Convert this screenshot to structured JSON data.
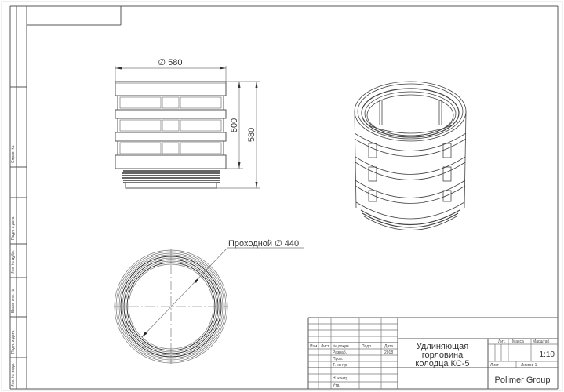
{
  "drawing": {
    "side_margin_labels": [
      "Справ. №",
      "Подп. и дата",
      "Инв. № дубл.",
      "Взам. инв. №",
      "Подп. и дата",
      "Инв. № подл."
    ],
    "front_view": {
      "diameter_label": "∅ 580",
      "height_inner_label": "500",
      "height_total_label": "580"
    },
    "top_view": {
      "callout_label": "Проходной ∅ 440"
    }
  },
  "title_block": {
    "headers": {
      "izm": "Изм.",
      "list": "Лист",
      "doc_no": "№ докум.",
      "sign": "Подп.",
      "date": "Дата"
    },
    "rows": {
      "developer": "Разраб.",
      "developer_date": "2018",
      "checked": "Пров.",
      "tech_control": "Т. контр.",
      "norm_control": "Н. контр.",
      "approved": "Утв."
    },
    "title_lines": [
      "Удлиняющая",
      "горловина",
      "колодца КС-5"
    ],
    "lit_label": "Лит.",
    "mass_label": "Масса",
    "scale_label": "Масштаб",
    "scale_value": "1:10",
    "sheet_label": "Лист",
    "sheets_label": "Листов 1",
    "company": "Polimer Group"
  }
}
